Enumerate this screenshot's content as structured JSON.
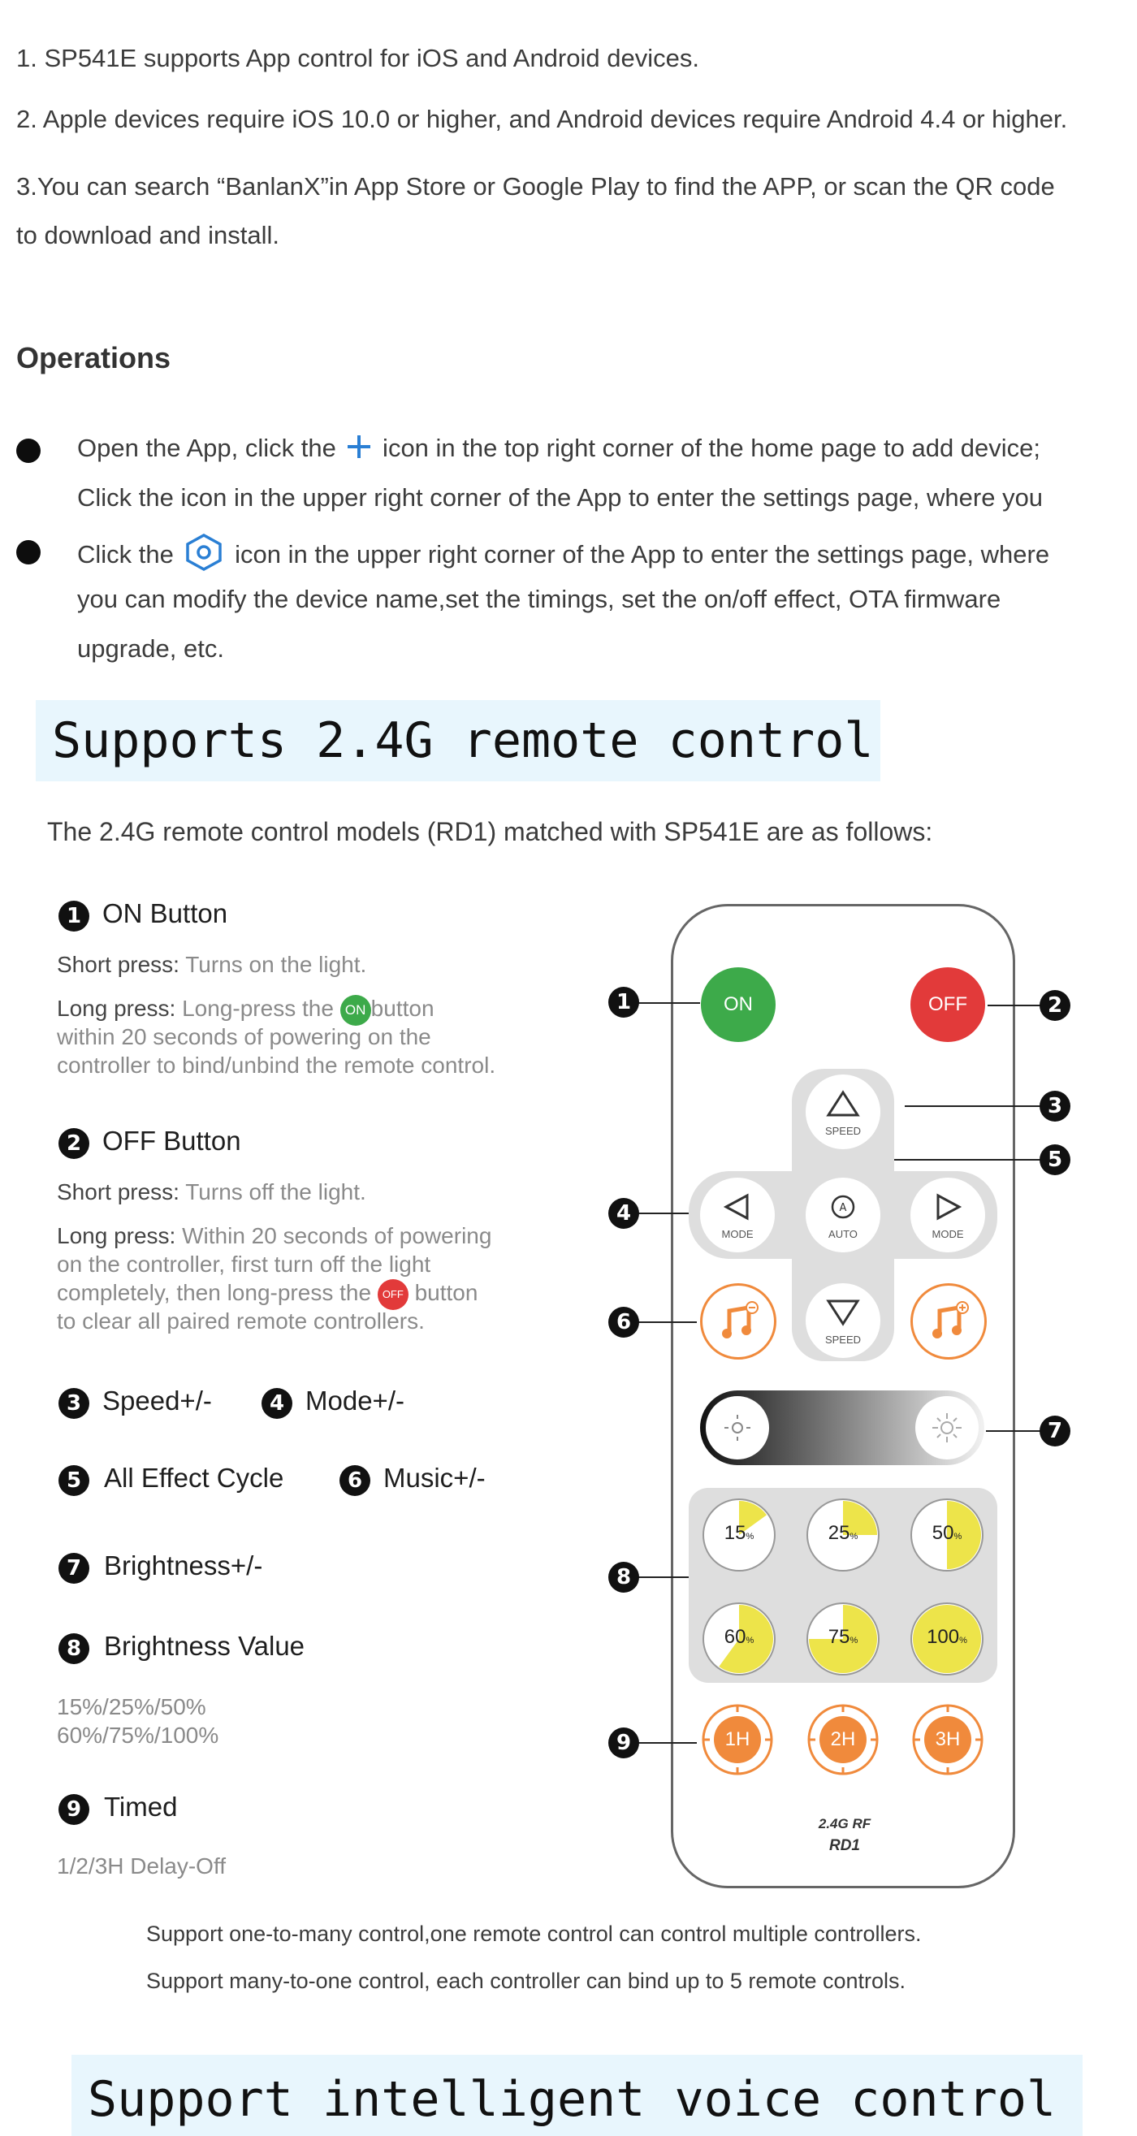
{
  "intro": {
    "line1": "1. SP541E supports App control for iOS and Android devices.",
    "line2": "2. Apple devices require iOS 10.0 or higher, and Android devices require Android 4.4 or higher.",
    "line3a": "3.You can search “BanlanX”in App Store or Google Play to find the APP, or scan the QR code",
    "line3b": "to download and install."
  },
  "operations": {
    "title": "Operations",
    "b1_pre": "Open the App, click the ",
    "b1_post": " icon in the top right corner of the home page to add device;",
    "b1_line2": "Click the  icon in the upper right corner of the App to enter the settings page, where you",
    "b2_pre": "Click the ",
    "b2_post": " icon in the upper right corner of the App to enter the settings page, where",
    "b2_line2": "you can modify the device name,set the timings, set the on/off effect, OTA firmware",
    "b2_line3": "upgrade, etc."
  },
  "banner1": "Supports 2.4G remote control",
  "remote_intro": "The 2.4G  remote control models (RD1) matched with SP541E are as follows:",
  "items": {
    "on_title": "ON Button",
    "on_short_k": "Short press:",
    "on_short": " Turns on the light.",
    "on_long_k": "Long press:",
    "on_long_1": " Long-press the ",
    "on_chip": "ON",
    "on_long_1b": "button",
    "on_long_2": "within 20 seconds of powering on the",
    "on_long_3": "controller to bind/unbind the remote control.",
    "off_title": "OFF Button",
    "off_short_k": "Short press:",
    "off_short": " Turns off the light.",
    "off_long_k": "Long press:",
    "off_long_1": " Within 20 seconds of powering",
    "off_long_2": "on the controller, first turn off the light",
    "off_long_3": "completely, then long-press the ",
    "off_chip": "OFF",
    "off_long_3b": " button",
    "off_long_4": "to clear all paired remote controllers.",
    "speed": "Speed+/-",
    "mode": "Mode+/-",
    "cycle": "All Effect Cycle",
    "music": "Music+/-",
    "brightness": "Brightness+/-",
    "brightness_value": "Brightness Value",
    "bv_line1": "15%/25%/50%",
    "bv_line2": "60%/75%/100%",
    "timed": "Timed",
    "timed_desc": "1/2/3H Delay-Off"
  },
  "numbers": [
    "1",
    "2",
    "3",
    "4",
    "5",
    "6",
    "7",
    "8",
    "9"
  ],
  "remote": {
    "on": "ON",
    "off": "OFF",
    "speed": "SPEED",
    "mode": "MODE",
    "auto": "AUTO",
    "b15": "15",
    "b25": "25",
    "b50": "50",
    "b60": "60",
    "b75": "75",
    "b100": "100",
    "pct": "%",
    "t1": "1H",
    "t2": "2H",
    "t3": "3H",
    "brand1": "2.4G RF",
    "brand2": "RD1",
    "brightness_levels": [
      0.15,
      0.25,
      0.5,
      0.6,
      0.75,
      1.0
    ],
    "colors": {
      "on": "#3daa4a",
      "off": "#e23a3a",
      "yellow": "#ede44a",
      "orange": "#f08a3c"
    }
  },
  "notes": {
    "n1": "Support one-to-many control,one remote control can control multiple controllers.",
    "n2": "Support many-to-one control, each controller can bind up to 5 remote controls."
  },
  "banner2": "Support intelligent voice control"
}
